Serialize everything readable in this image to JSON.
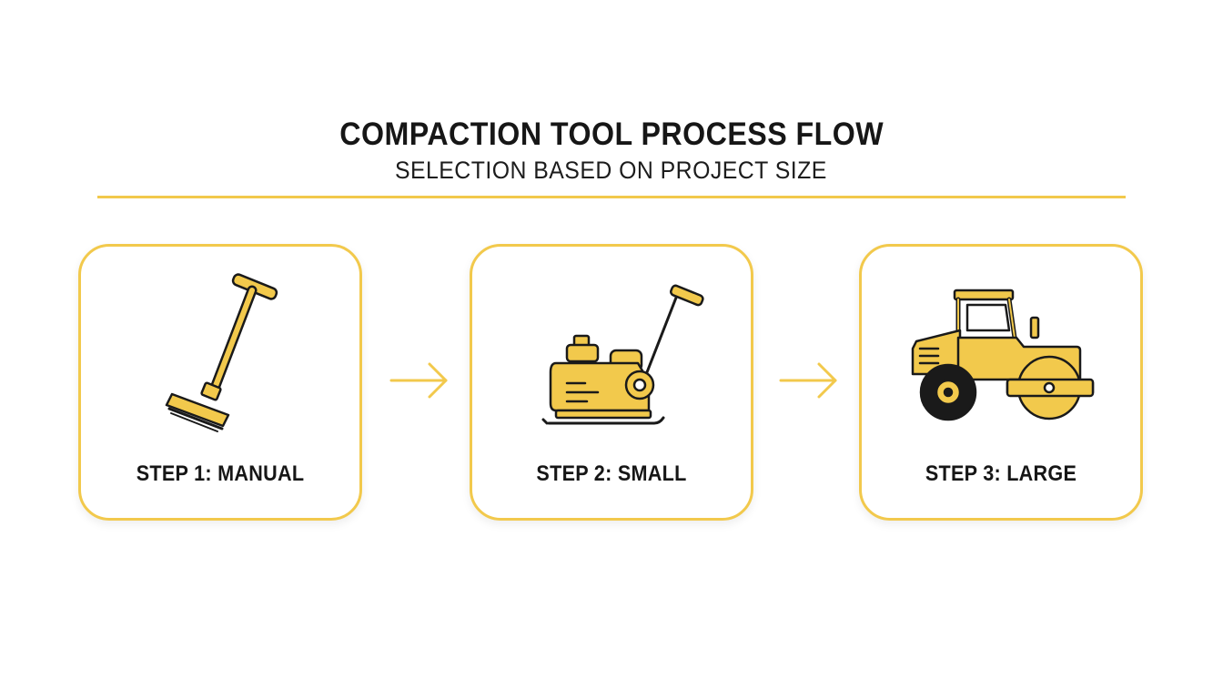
{
  "header": {
    "title": "COMPACTION TOOL PROCESS FLOW",
    "subtitle": "SELECTION BASED ON PROJECT SIZE"
  },
  "steps": [
    {
      "label": "STEP 1: MANUAL",
      "icon": "hand-tamper-icon"
    },
    {
      "label": "STEP 2: SMALL",
      "icon": "plate-compactor-icon"
    },
    {
      "label": "STEP 3: LARGE",
      "icon": "road-roller-icon"
    }
  ],
  "colors": {
    "accent": "#f2c94c",
    "text": "#161616",
    "outline": "#1a1a1a"
  }
}
